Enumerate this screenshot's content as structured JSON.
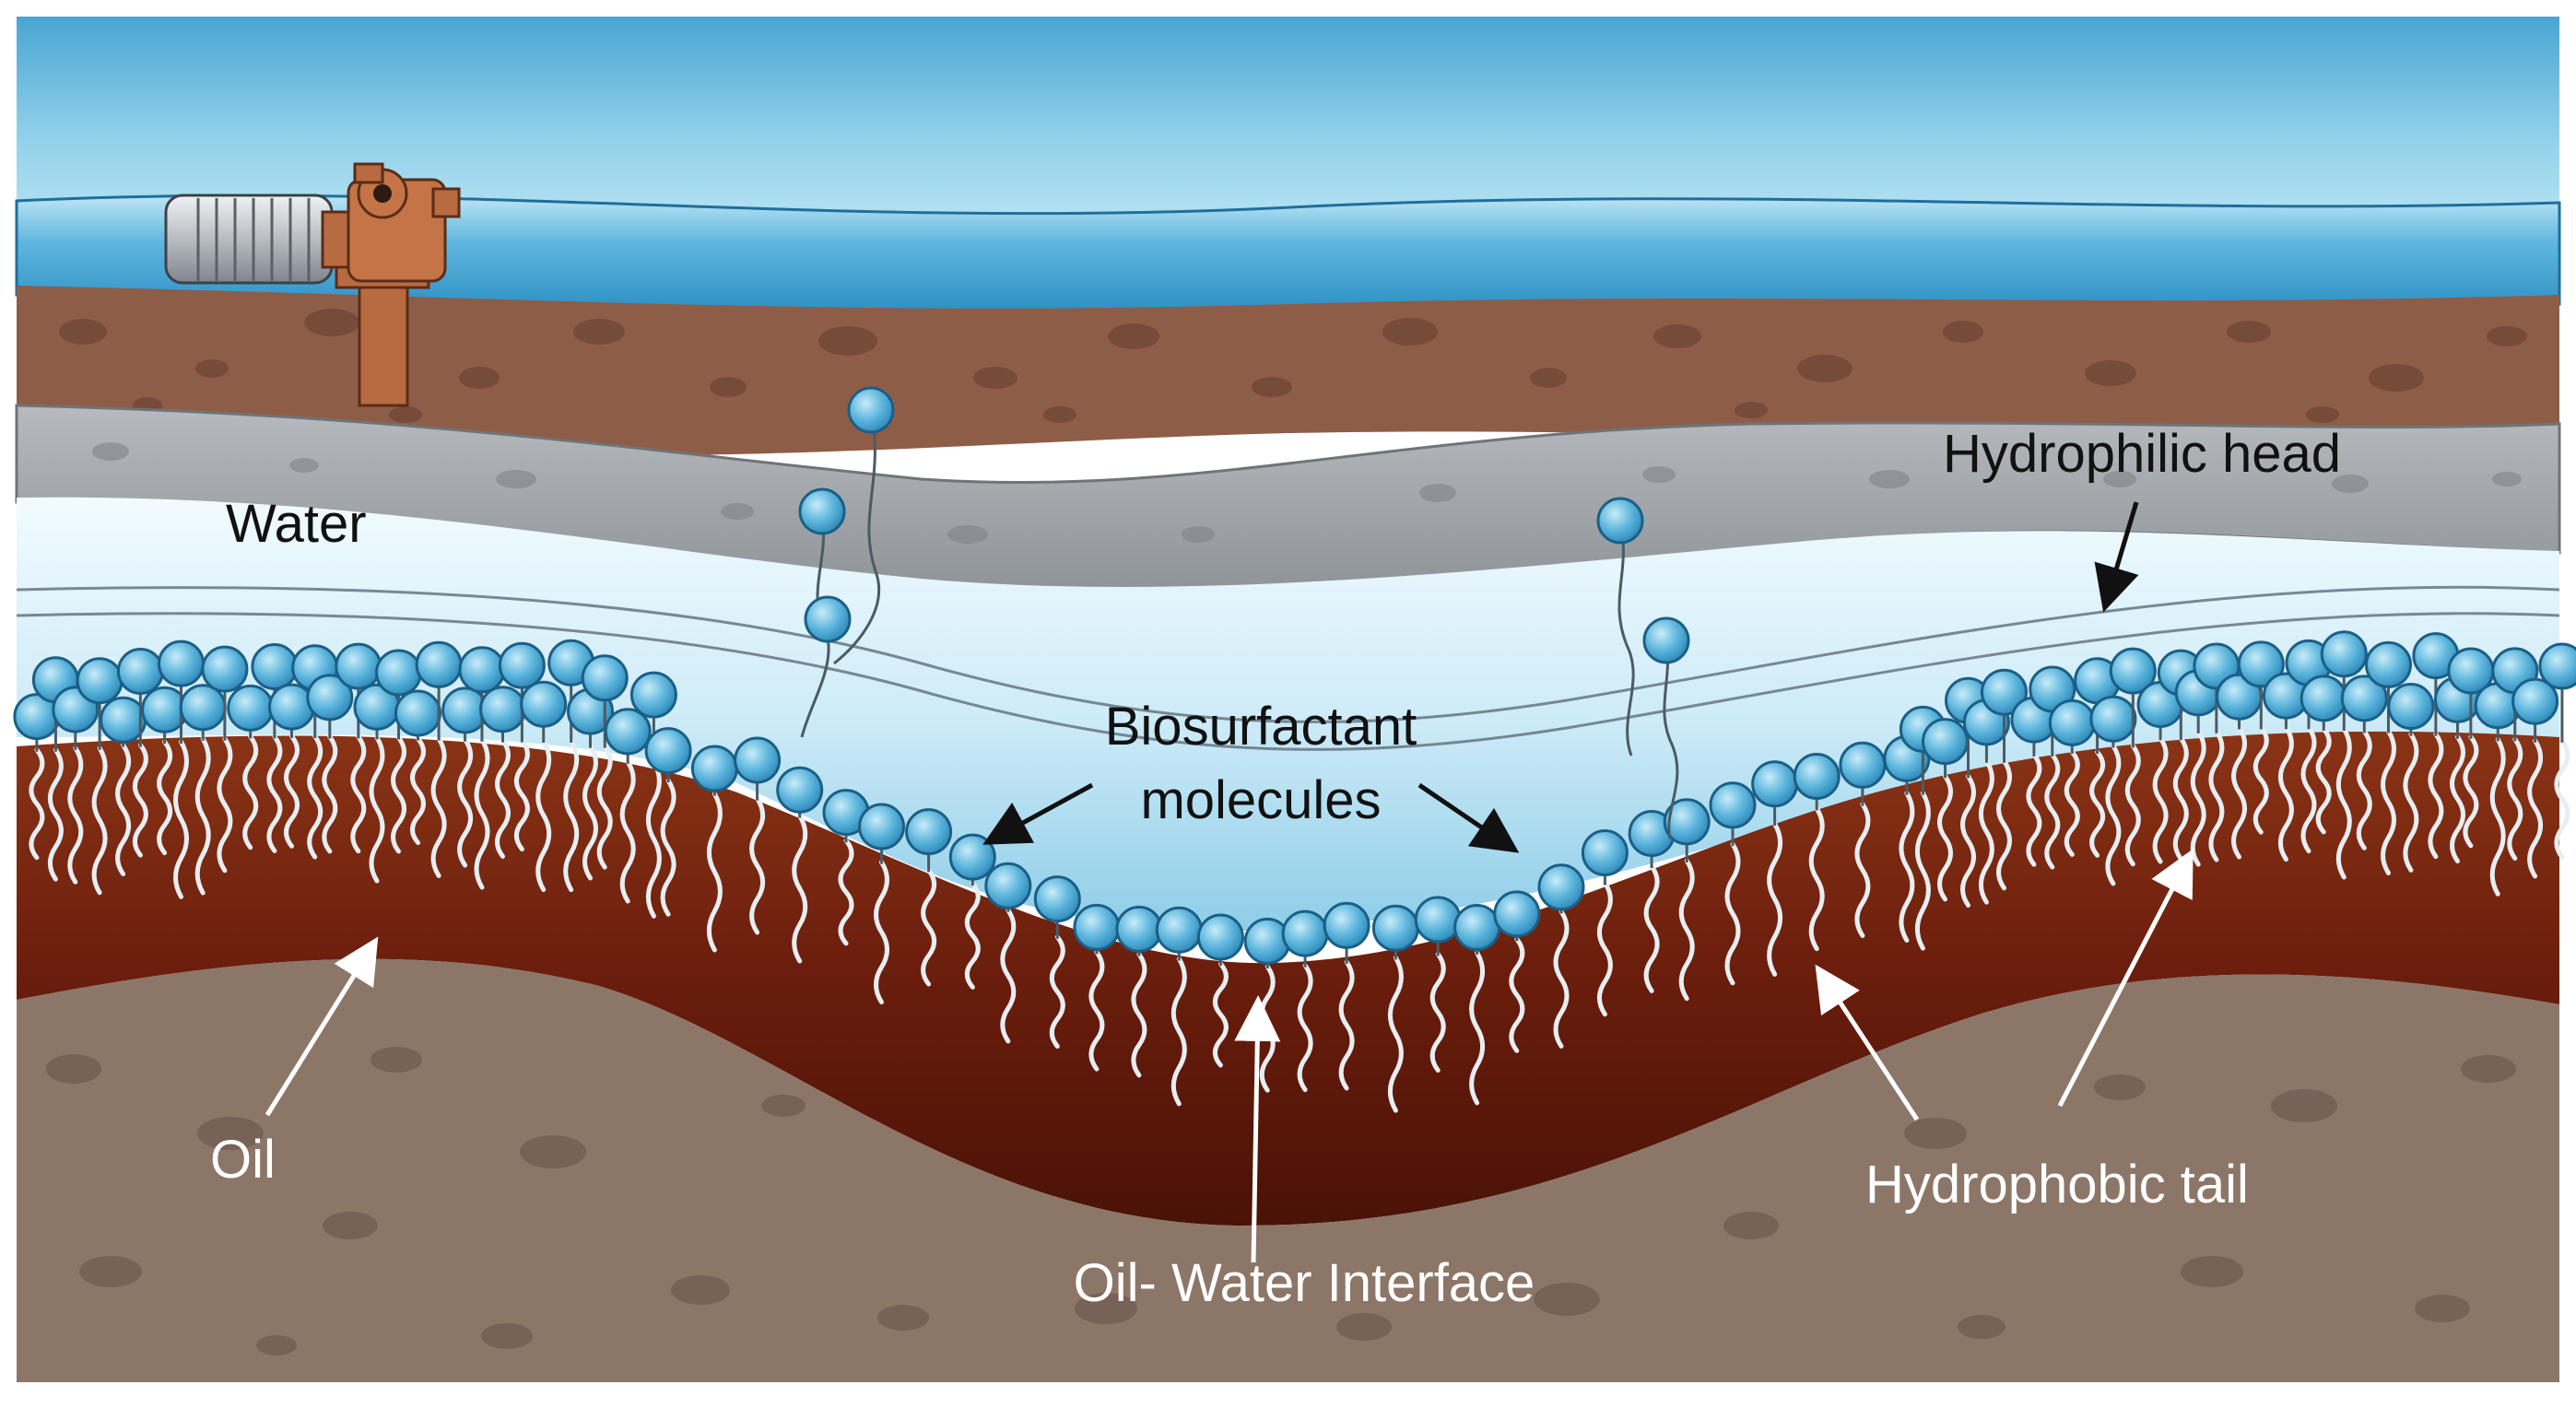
{
  "labels": {
    "water": "Water",
    "hydrophilic_head": "Hydrophilic head",
    "biosurfactant_line1": "Biosurfactant",
    "biosurfactant_line2": "molecules",
    "oil": "Oil",
    "hydrophobic_tail": "Hydrophobic tail",
    "oil_water_interface": "Oil- Water Interface"
  },
  "colors": {
    "sky_water": "#8fd0ea",
    "surface_water": "#4aa8d4",
    "topsoil": "#8e5d47",
    "clay_band": "#a2a6aa",
    "groundwater": "#cdebf7",
    "oil": "#6e1f0e",
    "bedrock": "#8c7668",
    "molecule_head": "#5cb5dc",
    "pump_body": "#b86a40",
    "pump_motor": "#c8ccd0"
  },
  "icons": {
    "pump": "water-pump-icon"
  }
}
